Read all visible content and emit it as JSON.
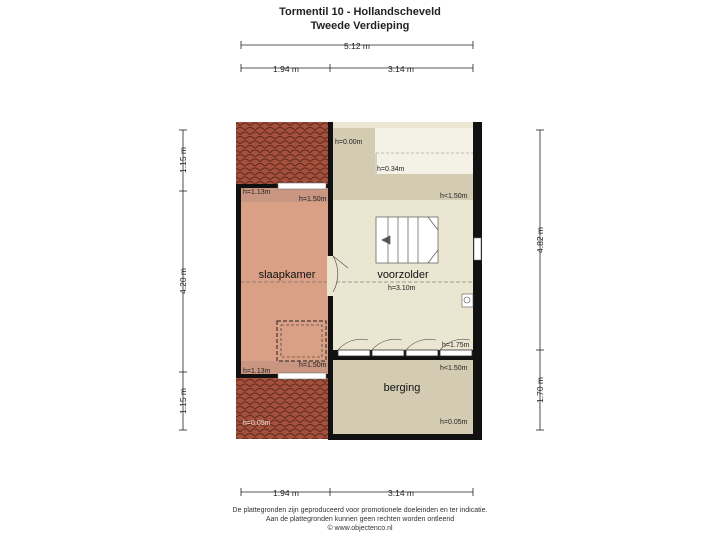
{
  "header": {
    "title": "Tormentil 10 - Hollandscheveld",
    "subtitle": "Tweede Verdieping"
  },
  "dimensions": {
    "top_total": "5.12 m",
    "top_left": "1.94 m",
    "top_right": "3.14 m",
    "bottom_left": "1.94 m",
    "bottom_right": "3.14 m",
    "left_top": "1.15 m",
    "left_mid": "4.20 m",
    "left_bottom": "1.15 m",
    "right_top": "4.82 m",
    "right_bottom": "1.70 m"
  },
  "rooms": {
    "slaapkamer": "slaapkamer",
    "voorzolder": "voorzolder",
    "berging": "berging"
  },
  "heights": {
    "h_top_left": "h=0.00m",
    "h_stair_top": "h=0.34m",
    "h_upper_right": "h<1.50m",
    "h_slaap_top_left": "h=1.13m",
    "h_slaap_top_right": "h=1.50m",
    "h_center": "h=3.10m",
    "h_closet": "h=1.75m",
    "h_berging_top": "h<1.50m",
    "h_slaap_bottom_left": "h=1.13m",
    "h_slaap_bottom_right": "h=1.50m",
    "h_roof_bottom": "h=0.05m",
    "h_berging_bottom": "h=0.05m"
  },
  "footer": {
    "line1": "De plattegronden zijn geproduceerd voor promotionele doeleinden en ter indicatie.",
    "line2": "Aan de plattegronden kunnen geen rechten worden ontleend",
    "line3": "© www.objectenco.nl"
  },
  "colors": {
    "wall": "#111111",
    "bedroom": "#d9a086",
    "floor": "#ebe6d2",
    "low_area": "#d3ccb2",
    "roof_tile": "#a4503c"
  }
}
